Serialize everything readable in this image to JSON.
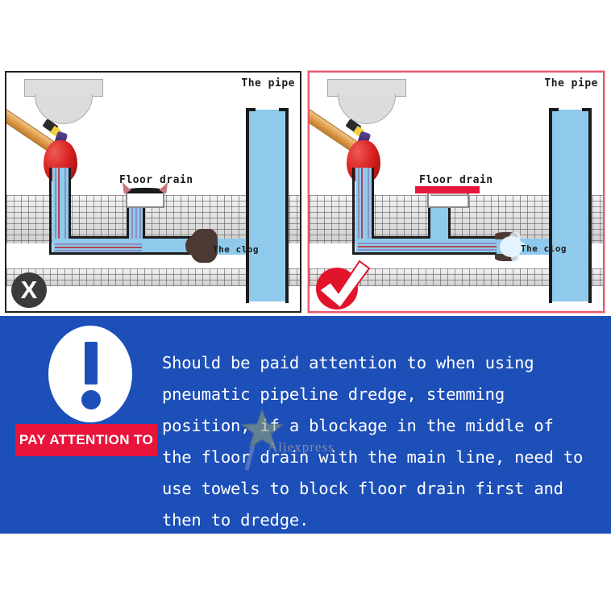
{
  "page": {
    "background": "#ffffff",
    "accent_blue": "#1d4fb8",
    "accent_red": "#e8143c",
    "water_blue": "#8fcaec"
  },
  "panels": [
    {
      "id": "wrong",
      "verdict_symbol": "X",
      "verdict_meaning": "incorrect-method",
      "border_color": "#231f20",
      "labels": {
        "pipe": "The pipe",
        "floor_drain": "Floor drain",
        "clog": "The clog"
      },
      "drain_blocked_with_towel": false
    },
    {
      "id": "correct",
      "verdict_symbol": "✔",
      "verdict_meaning": "correct-method",
      "border_color": "#e8596c",
      "labels": {
        "pipe": "The pipe",
        "floor_drain": "Floor drain",
        "clog": "The clog"
      },
      "drain_blocked_with_towel": true,
      "towel_color": "#e8183c"
    }
  ],
  "note": {
    "tag_label": "PAY ATTENTION TO",
    "icon_name": "exclamation-mark-icon",
    "background": "#1d4fb8",
    "text": "Should be paid attention to when using pneumatic pipeline dredge, stemming position, if a blockage in the middle of the floor drain with the main line, need to use towels to block floor drain first and then to dredge."
  },
  "watermark": {
    "text": "Aliexpress",
    "shape": "magic-wand-star"
  }
}
